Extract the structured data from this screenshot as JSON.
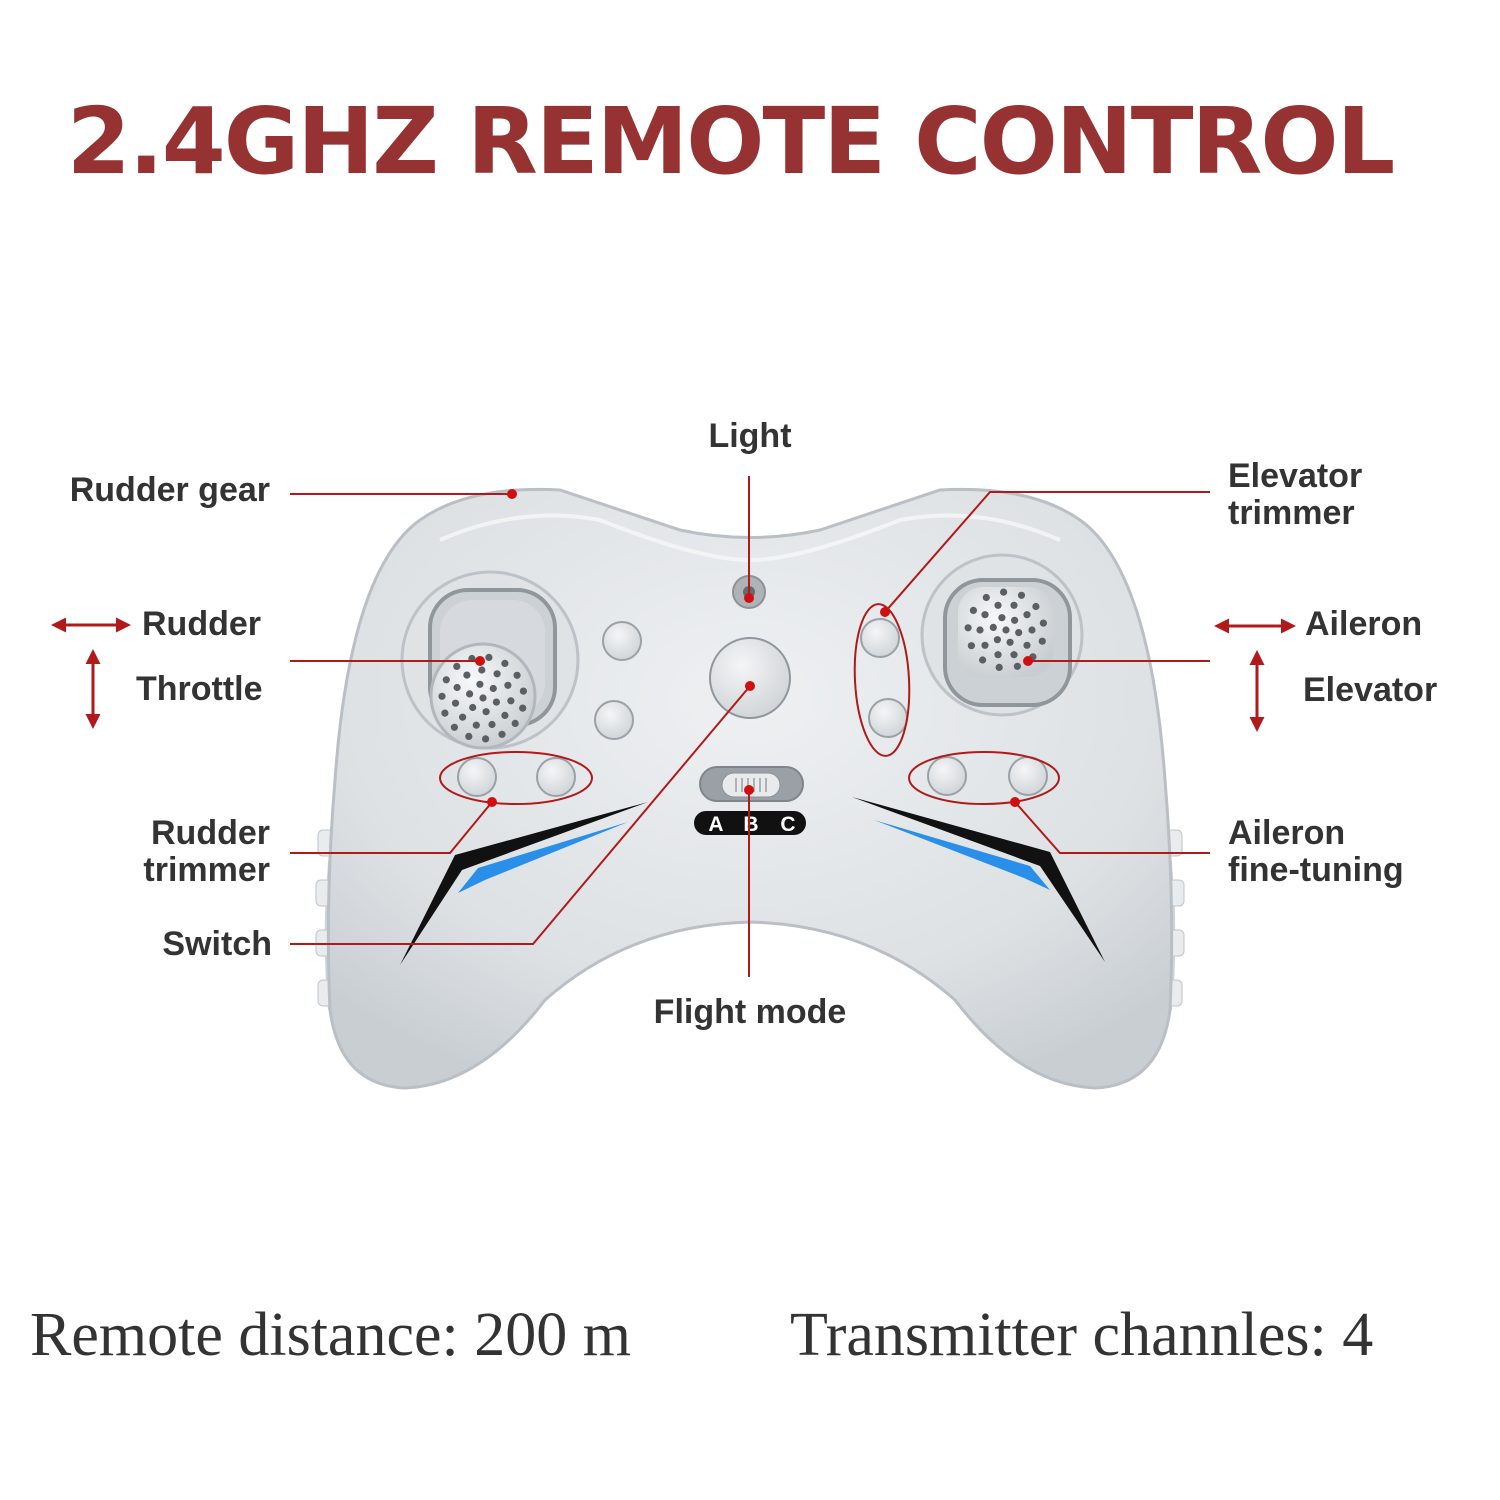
{
  "title": "2.4GHZ REMOTE CONTROL",
  "colors": {
    "title": "#963232",
    "callout": "#b01a1a",
    "body": "#e0e3e6",
    "accent_blue": "#2a8fe8",
    "text": "#333333"
  },
  "labels": {
    "rudder_gear": "Rudder gear",
    "light": "Light",
    "elevator_trimmer_line1": "Elevator",
    "elevator_trimmer_line2": "trimmer",
    "rudder": "Rudder",
    "throttle": "Throttle",
    "aileron": "Aileron",
    "elevator": "Elevator",
    "rudder_trimmer_line1": "Rudder",
    "rudder_trimmer_line2": "trimmer",
    "aileron_fine_line1": "Aileron",
    "aileron_fine_line2": "fine-tuning",
    "switch": "Switch",
    "flight_mode": "Flight mode"
  },
  "mode_switch": {
    "options": [
      "A",
      "B",
      "C"
    ],
    "selected": "B"
  },
  "specs": {
    "remote_distance": "Remote distance: 200 m",
    "transmitter_channels": "Transmitter channles: 4"
  }
}
